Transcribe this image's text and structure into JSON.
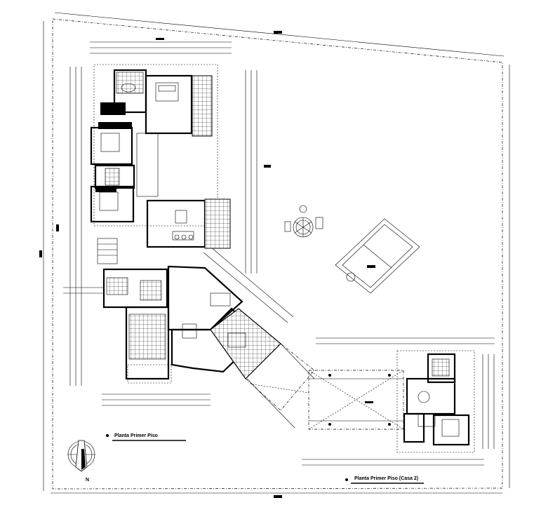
{
  "labels": {
    "plan_house1": "Planta Primer Piso",
    "plan_house2": "Planta Primer Piso  (Casa 2)",
    "north": "N"
  },
  "colors": {
    "line": "#000000",
    "background": "#ffffff"
  },
  "icons": [
    "north-arrow-icon",
    "pool-icon",
    "round-table-icon",
    "bed-icon",
    "dining-set-icon"
  ]
}
